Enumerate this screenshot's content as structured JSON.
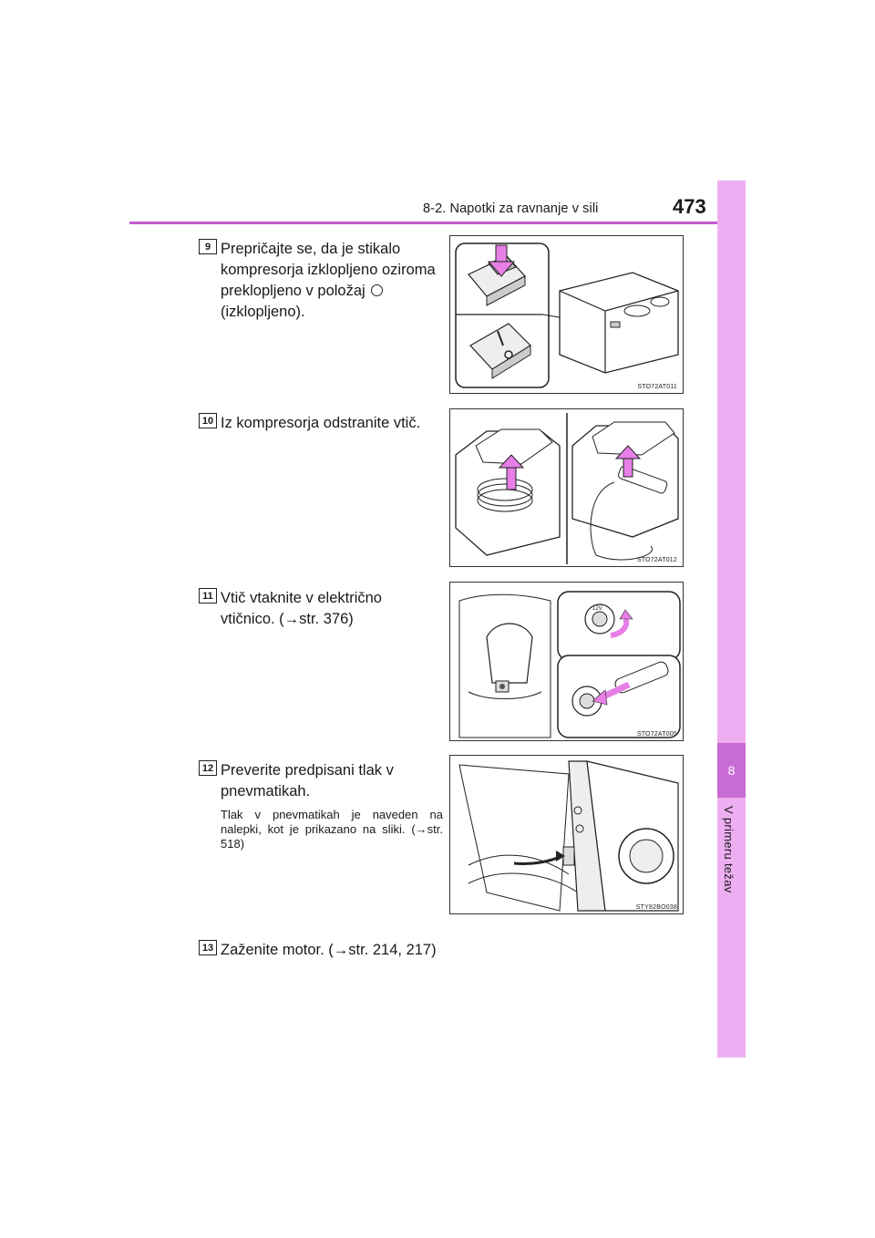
{
  "header": {
    "section": "8-2. Napotki za ravnanje v sili",
    "page_number": "473"
  },
  "side_tab": {
    "chapter": "8",
    "label": "V primeru težav"
  },
  "steps": [
    {
      "number": "9",
      "lines": [
        "Prepričajte se, da je stikalo",
        "kompresorja izklopljeno oziroma",
        "preklopljeno v položaj",
        "(izklopljeno)."
      ],
      "inline_icon": "off-position-circle-icon",
      "figure_code": "STO72AT011"
    },
    {
      "number": "10",
      "lines": [
        "Iz kompresorja odstranite vtič."
      ],
      "figure_code": "STO72AT012"
    },
    {
      "number": "11",
      "lines": [
        "Vtič vtaknite v električno",
        "vtičnico. (→str. 376)"
      ],
      "figure_code": "STO72AT005",
      "figure_labels": [
        "12V"
      ]
    },
    {
      "number": "12",
      "lines": [
        "Preverite predpisani tlak v",
        "pnevmatikah."
      ],
      "note": "Tlak v pnevmatikah je naveden na nalepki, kot je prikazano na sliki. (→str. 518)",
      "figure_code": "STY82BO038"
    },
    {
      "number": "13",
      "lines": [
        "Zaženite motor. (→str. 214, 217)"
      ]
    }
  ],
  "colors": {
    "accent": "#c35bd0",
    "side_tab": "#eeaef2",
    "chapter_box": "#c86bd3",
    "arrow_pink": "#e77fe6"
  }
}
